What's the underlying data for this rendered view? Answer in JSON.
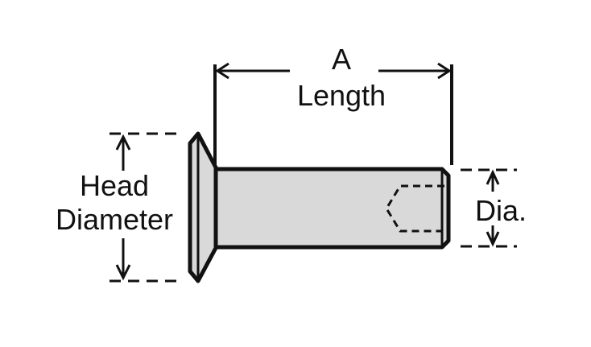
{
  "labels": {
    "dimension_a": "A",
    "length": "Length",
    "head_line1": "Head",
    "head_line2": "Diameter",
    "dia": "Dia."
  },
  "colors": {
    "ink": "#111111",
    "shank_fill": "#d9d9d9",
    "background": "#ffffff"
  }
}
